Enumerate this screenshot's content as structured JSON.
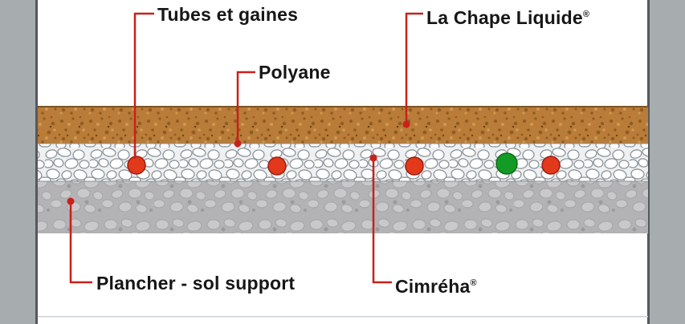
{
  "diagram": {
    "labels": {
      "tubes_et_gaines": "Tubes et gaines",
      "la_chape_liquide": "La Chape Liquide",
      "la_chape_liquide_mark": "®",
      "polyane": "Polyane",
      "plancher_sol_support": "Plancher - sol support",
      "cimreha": "Cimréha",
      "cimreha_mark": "®"
    },
    "colors": {
      "callout_red": "#c8211a",
      "tube_red": "#e2391b",
      "tube_red_edge": "#9c1d10",
      "tube_green": "#149b25",
      "tube_green_edge": "#0c6b18",
      "screed_brown": "#b97c39",
      "pebble_bed_bg": "#eef0f1",
      "support_gray": "#b3b3b5",
      "wall_gray": "#a7acaf",
      "wall_edge_dark": "#55595c",
      "text_dark": "#161616"
    },
    "tubes": [
      {
        "color": "red"
      },
      {
        "color": "red"
      },
      {
        "color": "red"
      },
      {
        "color": "green"
      },
      {
        "color": "red"
      }
    ],
    "layers": [
      {
        "name": "la-chape-liquide"
      },
      {
        "name": "insulation-bed-with-tubes"
      },
      {
        "name": "plancher-sol-support"
      }
    ]
  }
}
